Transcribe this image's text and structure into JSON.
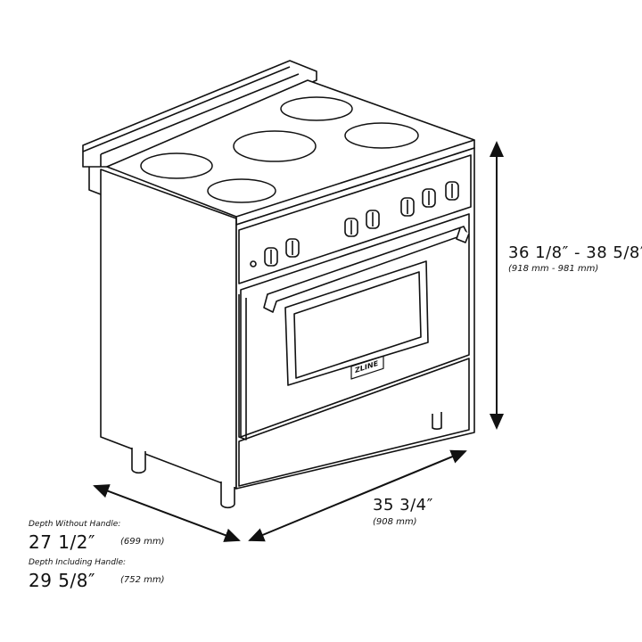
{
  "brand_logo": "ZLINE",
  "dimensions": {
    "height": {
      "imperial": "36 1/8″ - 38 5/8″",
      "metric": "(918 mm - 981 mm)"
    },
    "width": {
      "imperial": "35 3/4″",
      "metric": "(908 mm)"
    },
    "depth_without_handle": {
      "label": "Depth Without Handle:",
      "imperial": "27 1/2″",
      "metric": "(699 mm)"
    },
    "depth_including_handle": {
      "label": "Depth Including Handle:",
      "imperial": "29 5/8″",
      "metric": "(752 mm)"
    }
  },
  "colors": {
    "line": "#111111",
    "background": "#ffffff"
  }
}
